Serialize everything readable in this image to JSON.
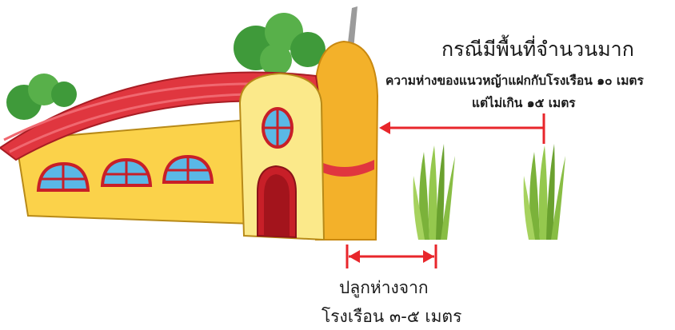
{
  "labels": {
    "title": "กรณีมีพื้นที่จำนวนมาก",
    "distance_large_line1": "ความห่างของแนวหญ้าแฝกกับโรงเรือน ๑๐ เมตร",
    "distance_large_line2": "แต่ไม่เกิน ๑๕ เมตร",
    "distance_small_line1": "ปลูกห่างจาก",
    "distance_small_line2": "โรงเรือน ๓-๕ เมตร"
  },
  "colors": {
    "arrow": "#e8262b",
    "roof": "#e0363f",
    "wall": "#fbd24a",
    "tower": "#f3b12a",
    "grass": "#7bb23a",
    "window_glass": "#5ab8e6"
  },
  "icons": [
    "house-illustration",
    "vetiver-grass-icon",
    "vetiver-grass-icon"
  ]
}
